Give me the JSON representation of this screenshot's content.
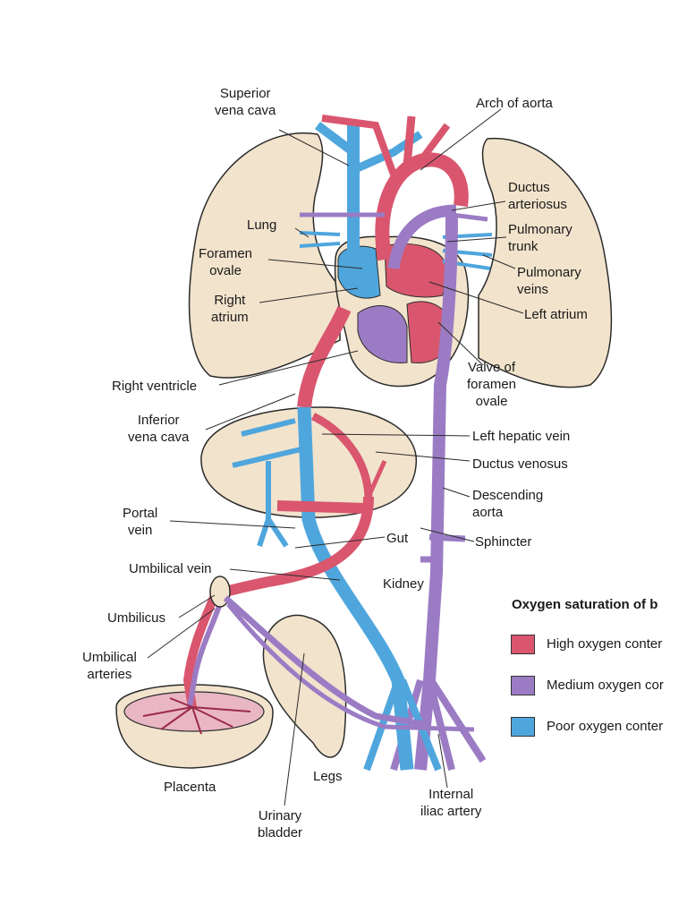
{
  "labels": {
    "superior_vena_cava": "Superior\nvena cava",
    "arch_of_aorta": "Arch of aorta",
    "ductus_arteriosus": "Ductus\narteriosus",
    "lung": "Lung",
    "pulmonary_trunk": "Pulmonary\ntrunk",
    "foramen_ovale": "Foramen\novale",
    "pulmonary_veins": "Pulmonary\nveins",
    "right_atrium": "Right\natrium",
    "left_atrium": "Left atrium",
    "valve_of_foramen_ovale": "Valve of\nforamen\novale",
    "right_ventricle": "Right ventricle",
    "inferior_vena_cava": "Inferior\nvena cava",
    "left_hepatic_vein": "Left hepatic vein",
    "ductus_venosus": "Ductus venosus",
    "descending_aorta": "Descending\naorta",
    "portal_vein": "Portal\nvein",
    "gut": "Gut",
    "sphincter": "Sphincter",
    "umbilical_vein": "Umbilical vein",
    "kidney": "Kidney",
    "umbilicus": "Umbilicus",
    "umbilical_arteries": "Umbilical\narteries",
    "placenta": "Placenta",
    "legs": "Legs",
    "urinary_bladder": "Urinary\nbladder",
    "internal_iliac_artery": "Internal\niliac artery"
  },
  "legend": {
    "title": "Oxygen saturation of b",
    "items": [
      {
        "label": "High oxygen conter",
        "color": "#d9566e"
      },
      {
        "label": "Medium oxygen cor",
        "color": "#9b7cc4"
      },
      {
        "label": "Poor oxygen conter",
        "color": "#4fa6dd"
      }
    ]
  },
  "colors": {
    "high": "#d9566e",
    "medium": "#9b7cc4",
    "poor": "#4fa6dd",
    "tissue": "#f2e3cc",
    "outline": "#2b2b2b"
  }
}
